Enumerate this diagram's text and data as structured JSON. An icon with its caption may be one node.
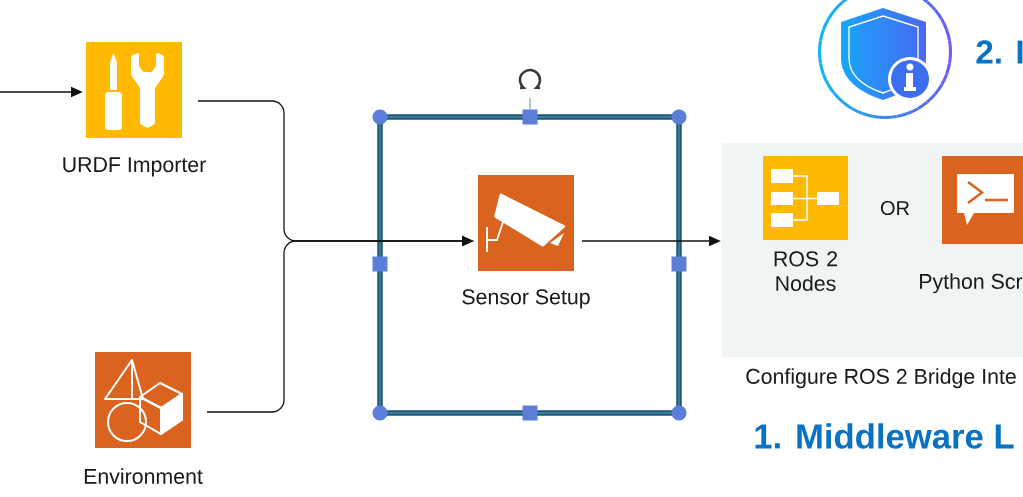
{
  "diagram": {
    "nodes": [
      {
        "text": [
          "URDF Importer"
        ]
      },
      {
        "text": [
          "Environment"
        ]
      },
      {
        "text": [
          "Sensor Setup"
        ]
      },
      {
        "text": [
          "Configure ROS 2 Bridge Inte"
        ]
      },
      {
        "text": [
          "ROS 2 Nodes"
        ],
        "in": 3
      },
      {
        "text": [
          "Python Scr"
        ],
        "in": 3
      }
    ],
    "edges": [
      {
        "from": null,
        "to": 0,
        "arrow": "to"
      },
      {
        "from": 0,
        "to": 2,
        "arrow": "to"
      },
      {
        "from": 1,
        "to": 2,
        "arrow": "to"
      },
      {
        "from": 2,
        "to": 3,
        "arrow": "to"
      }
    ],
    "labels": [
      "2. I",
      "OR",
      "1. Middleware L"
    ]
  }
}
